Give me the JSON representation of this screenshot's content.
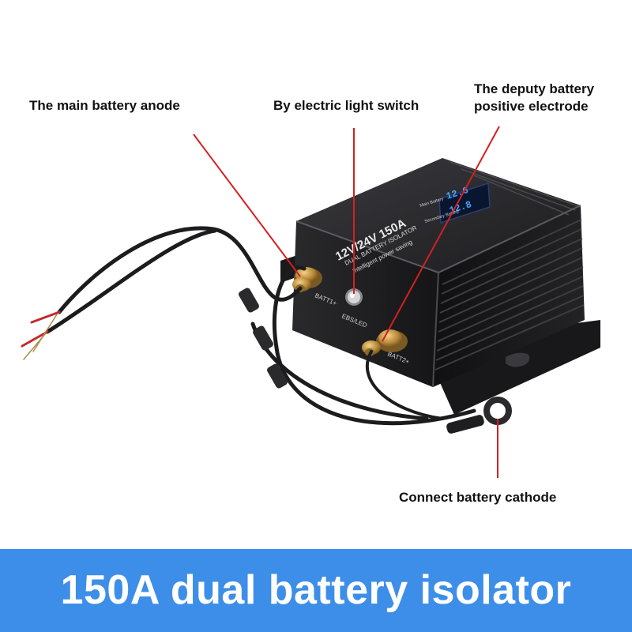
{
  "callouts": {
    "main_anode": "The main battery anode",
    "light_switch": "By electric light switch",
    "deputy_line1": "The deputy battery",
    "deputy_line2": "positive electrode",
    "cathode": "Connect battery cathode"
  },
  "device": {
    "front_label": "12V/24V 150A",
    "subtitle": "DUAL BATTERY ISOLATOR",
    "tagline": "Intelligent power saving",
    "display_label_1": "Main Battery",
    "display_label_2": "Secondary Battery",
    "display_value_1": "12.6",
    "display_value_2": "12.8",
    "terminal_1": "BATT1+",
    "terminal_2": "BATT2+",
    "terminal_3": "EBS/LED"
  },
  "banner": {
    "title": "150A dual battery isolator"
  },
  "colors": {
    "banner": "#3d8ee8",
    "callout_line": "#d42020",
    "housing": "#1f1f22"
  }
}
